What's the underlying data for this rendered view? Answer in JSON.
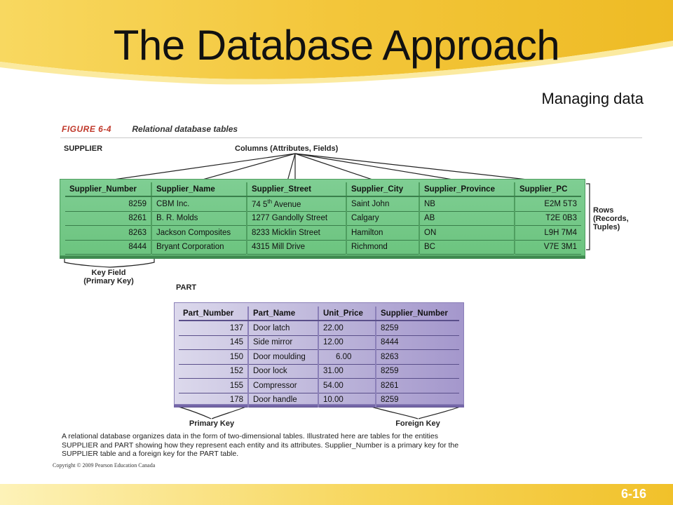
{
  "slide": {
    "title": "The Database Approach",
    "subtitle": "Managing data",
    "slide_number": "6-16",
    "accent_color": "#f1c12a"
  },
  "figure": {
    "number": "FIGURE 6-4",
    "title": "Relational database tables",
    "supplier_label": "SUPPLIER",
    "columns_label": "Columns (Attributes, Fields)",
    "rows_label": [
      "Rows",
      "(Records,",
      "Tuples)"
    ],
    "key_field_label": [
      "Key Field",
      "(Primary Key)"
    ],
    "part_label": "PART",
    "primary_key_label": "Primary Key",
    "foreign_key_label": "Foreign Key",
    "supplier_color": "#7fce93",
    "part_color": "#b9b1d8"
  },
  "supplier_table": {
    "headers": [
      "Supplier_Number",
      "Supplier_Name",
      "Supplier_Street",
      "Supplier_City",
      "Supplier_Province",
      "Supplier_PC"
    ],
    "rows": [
      [
        "8259",
        "CBM Inc.",
        "74 5th Avenue",
        "Saint John",
        "NB",
        "E2M 5T3"
      ],
      [
        "8261",
        "B. R. Molds",
        "1277 Gandolly Street",
        "Calgary",
        "AB",
        "T2E 0B3"
      ],
      [
        "8263",
        "Jackson Composites",
        "8233 Micklin Street",
        "Hamilton",
        "ON",
        "L9H 7M4"
      ],
      [
        "8444",
        "Bryant Corporation",
        "4315 Mill Drive",
        "Richmond",
        "BC",
        "V7E 3M1"
      ]
    ]
  },
  "part_table": {
    "headers": [
      "Part_Number",
      "Part_Name",
      "Unit_Price",
      "Supplier_Number"
    ],
    "rows": [
      [
        "137",
        "Door latch",
        "22.00",
        "8259"
      ],
      [
        "145",
        "Side mirror",
        "12.00",
        "8444"
      ],
      [
        "150",
        "Door moulding",
        "6.00",
        "8263"
      ],
      [
        "152",
        "Door lock",
        "31.00",
        "8259"
      ],
      [
        "155",
        "Compressor",
        "54.00",
        "8261"
      ],
      [
        "178",
        "Door handle",
        "10.00",
        "8259"
      ]
    ]
  },
  "description": "A relational database organizes data in the form of two-dimensional tables. Illustrated here are tables for the entities SUPPLIER and PART showing how they represent each entity and its attributes. Supplier_Number is a primary key for the SUPPLIER table and a foreign key for the PART table.",
  "copyright": "Copyright © 2009 Pearson Education Canada"
}
